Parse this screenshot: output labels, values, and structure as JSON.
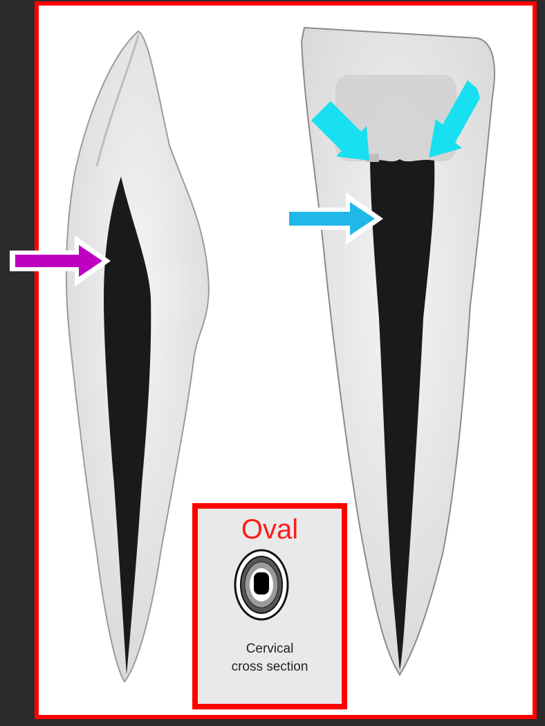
{
  "inset": {
    "label": "Oval",
    "caption_line1": "Cervical",
    "caption_line2": "cross section"
  },
  "colors": {
    "frame": "#ff0000",
    "magenta_arrow": "#c000c0",
    "cyan_arrow": "#18e0f0",
    "blue_arrow": "#20b8e8",
    "pulp": "#1a1a1a",
    "dentin": "#e6e6e6"
  },
  "icons": [
    "magenta-arrow-icon",
    "cyan-arrow-icon",
    "blue-arrow-icon"
  ]
}
